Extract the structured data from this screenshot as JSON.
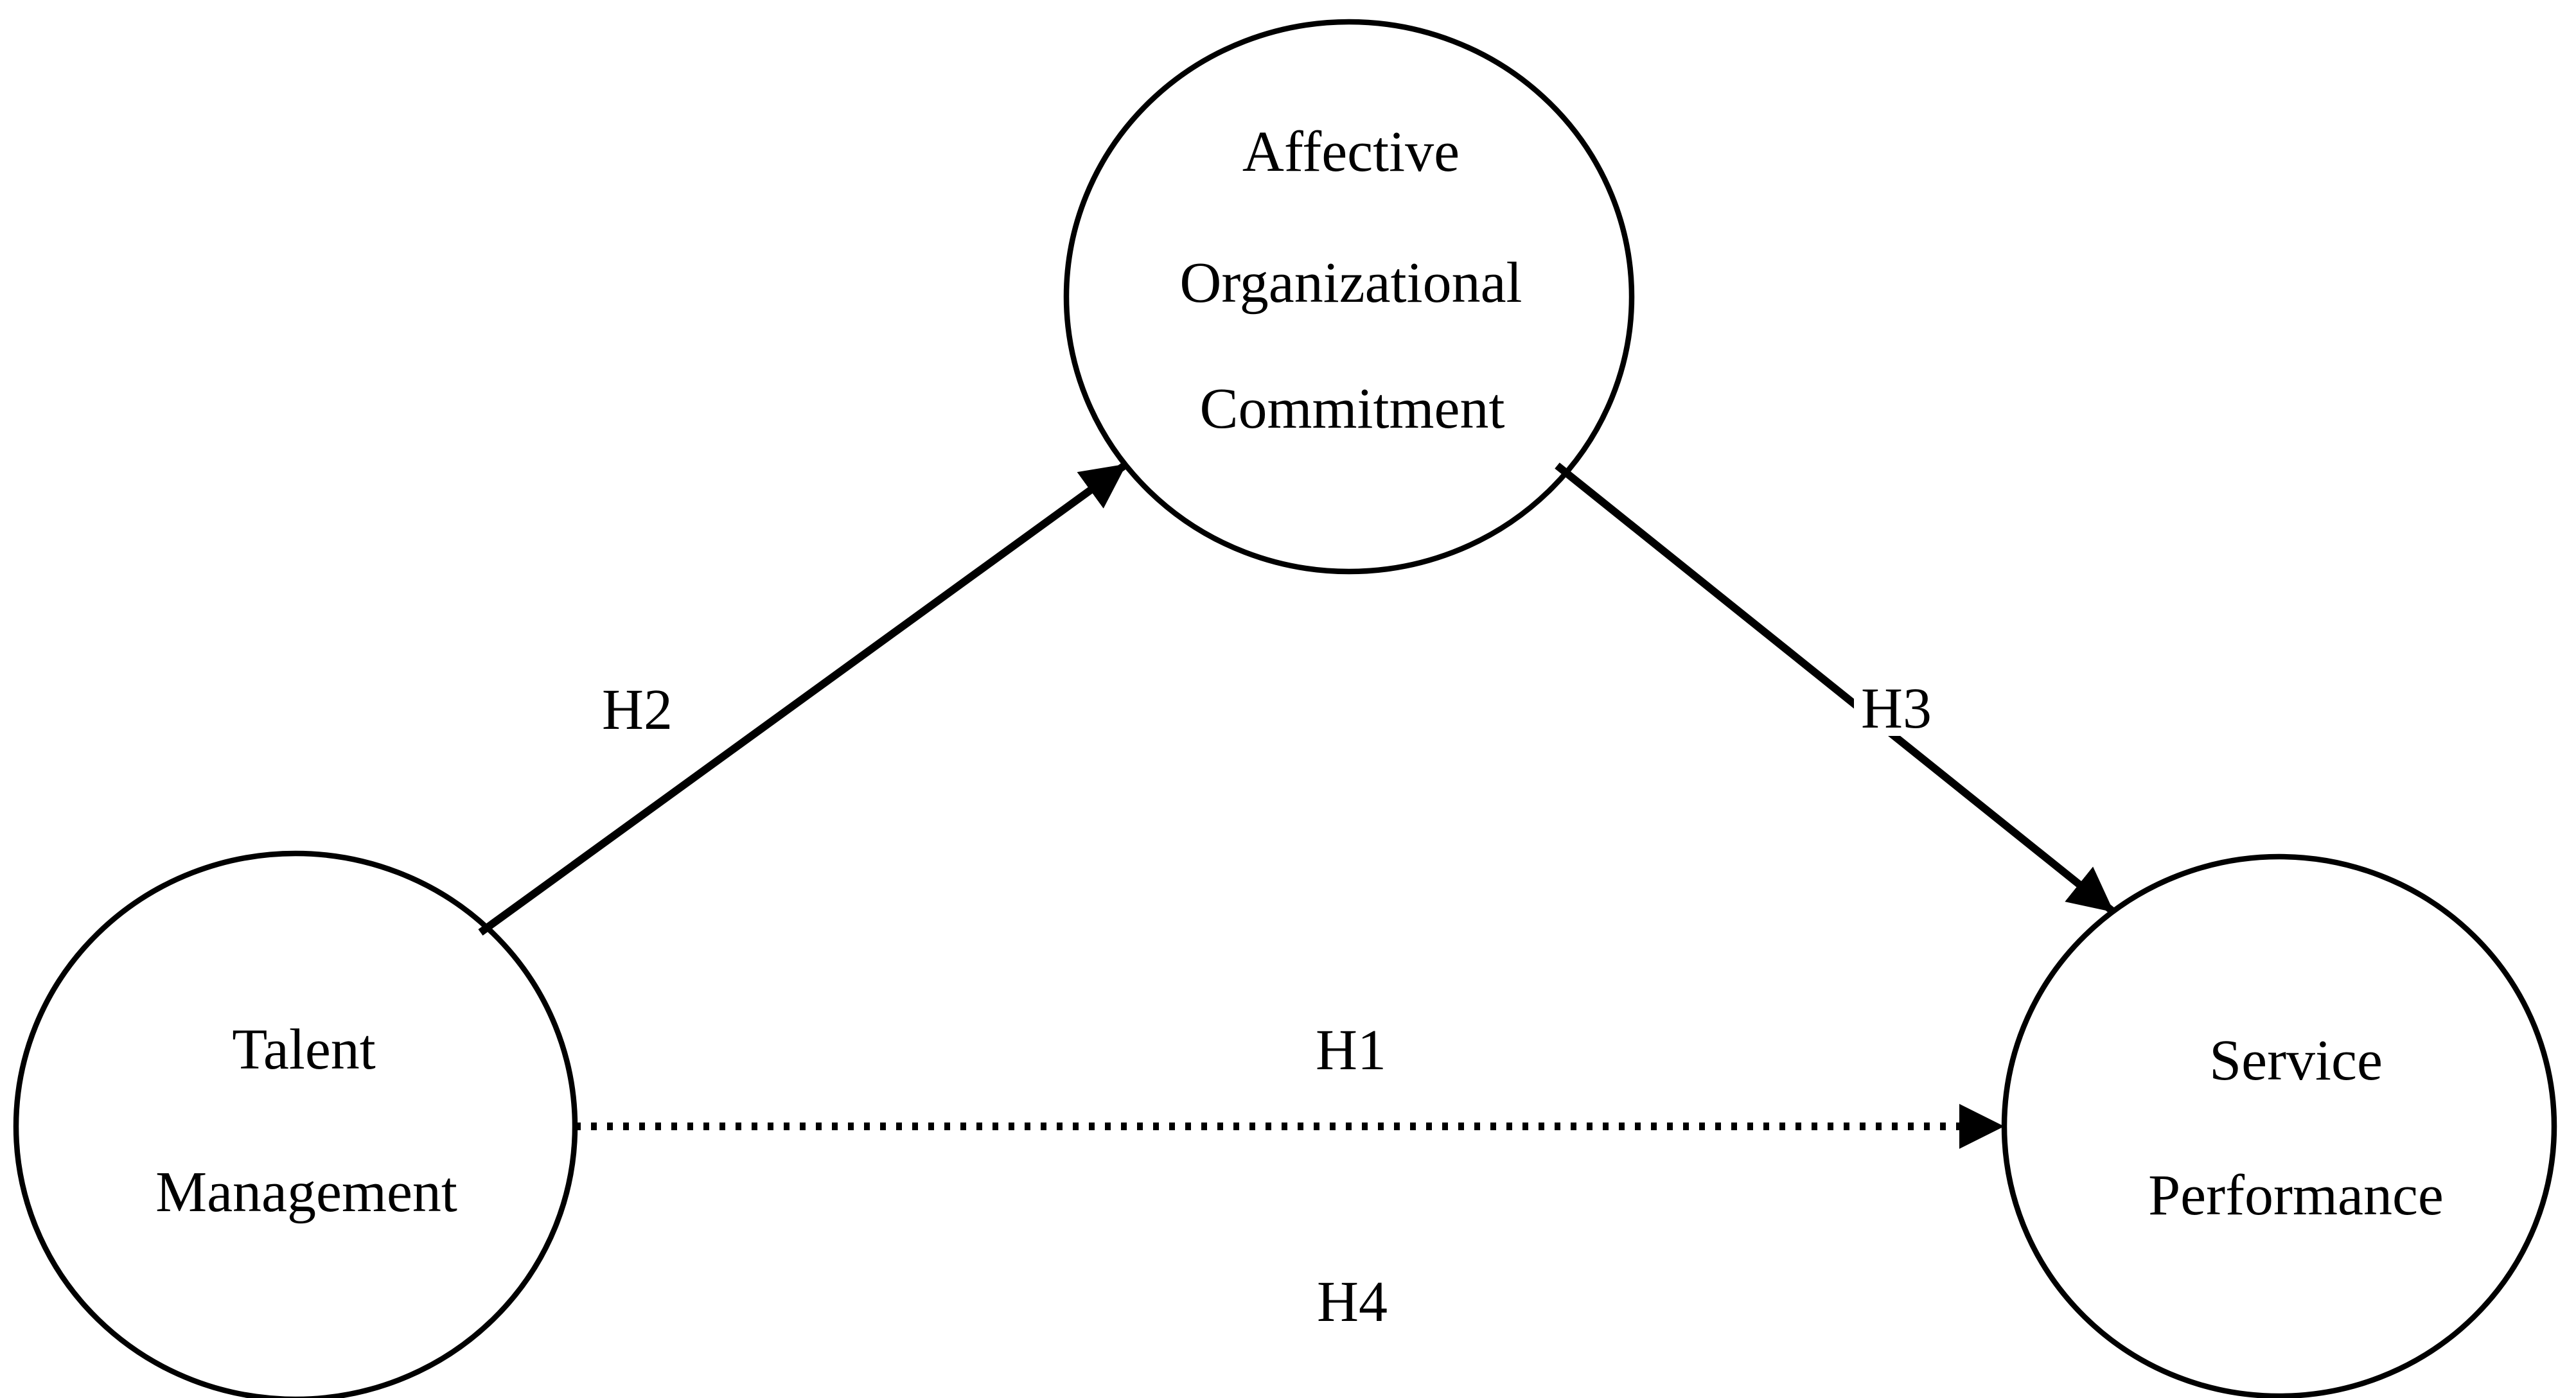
{
  "figure": {
    "background_color": "#ffffff",
    "stroke_color": "#000000",
    "text_color": "#000000"
  },
  "nodes": {
    "talent_management": {
      "lines": [
        "Talent",
        "Management"
      ]
    },
    "affective_organizational_commitment": {
      "lines": [
        "Affective",
        "Organizational",
        "Commitment"
      ]
    },
    "service_performance": {
      "lines": [
        "Service",
        "Performance"
      ]
    }
  },
  "edges": {
    "h2": {
      "label": "H2",
      "from": "Talent Management",
      "to": "Affective Organizational Commitment",
      "line_style": "solid"
    },
    "h3": {
      "label": "H3",
      "from": "Affective Organizational Commitment",
      "to": "Service Performance",
      "line_style": "solid"
    },
    "h1": {
      "label": "H1",
      "from": "Talent Management",
      "to": "Service Performance",
      "line_style": "dotted",
      "label_position": "above-line"
    },
    "h4": {
      "label": "H4",
      "from": "Talent Management",
      "to": "Service Performance",
      "line_style": "dotted",
      "label_position": "below-line"
    }
  }
}
